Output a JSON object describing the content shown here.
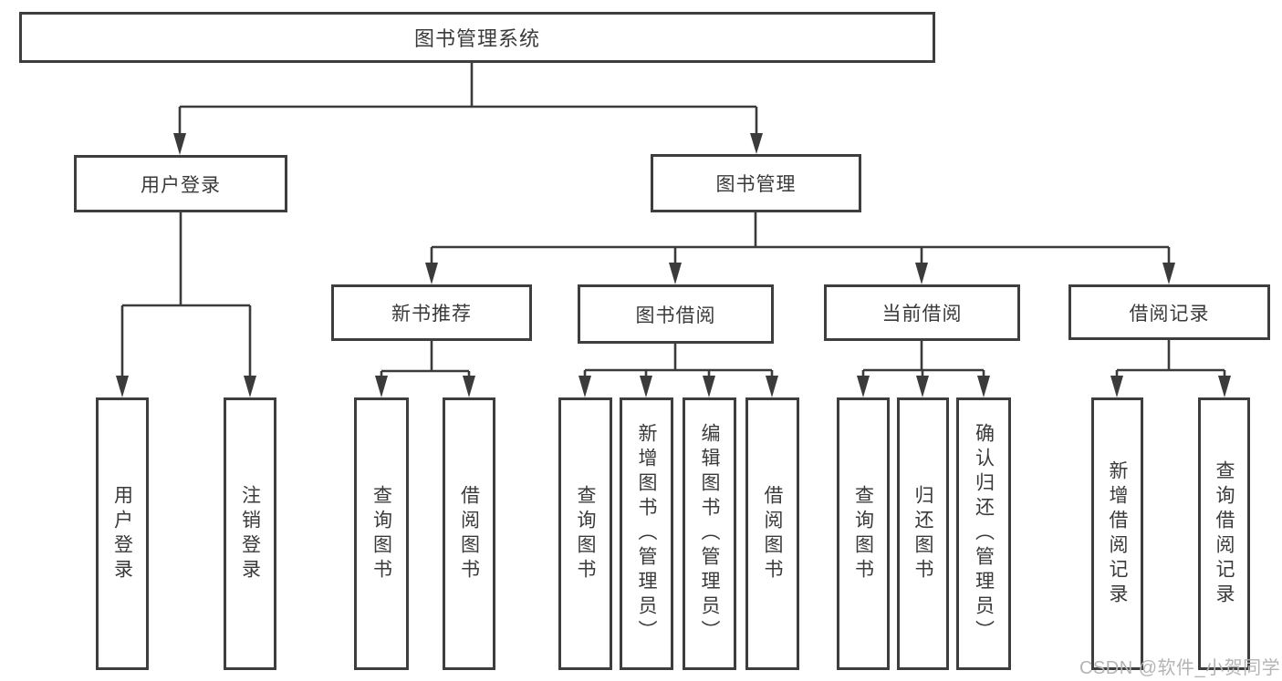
{
  "diagram": {
    "title": "图书管理系统",
    "type": "hierarchy-tree",
    "colors": {
      "line": "#3b3b3b",
      "box_border": "#3e3e3e",
      "box_fill": "#ffffff",
      "text": "#3a3a3a",
      "watermark_text": "#b4b4b4",
      "background": "#ffffff"
    },
    "nodes": {
      "root": "图书管理系统",
      "user_login": "用户登录",
      "book_mgmt": "图书管理",
      "new_book_rec": "新书推荐",
      "book_borrow": "图书借阅",
      "current_borrow": "当前借阅",
      "borrow_records": "借阅记录",
      "leaf_user_login": "用户登录",
      "leaf_logout": "注销登录",
      "leaf_query_book_rec": "查询图书",
      "leaf_borrow_book_rec": "借阅图书",
      "leaf_query_book_borrow": "查询图书",
      "leaf_add_book": "新增图书（管理员）",
      "leaf_edit_book": "编辑图书（管理员）",
      "leaf_borrow_book_borrow": "借阅图书",
      "leaf_query_book_current": "查询图书",
      "leaf_return_book": "归还图书",
      "leaf_confirm_return": "确认归还（管理员）",
      "leaf_add_record": "新增借阅记录",
      "leaf_query_record": "查询借阅记录"
    },
    "edges": [
      {
        "from": "图书管理系统",
        "to": [
          "用户登录",
          "图书管理"
        ]
      },
      {
        "from": "用户登录",
        "to": [
          "用户登录",
          "注销登录"
        ]
      },
      {
        "from": "图书管理",
        "to": [
          "新书推荐",
          "图书借阅",
          "当前借阅",
          "借阅记录"
        ]
      },
      {
        "from": "新书推荐",
        "to": [
          "查询图书",
          "借阅图书"
        ]
      },
      {
        "from": "图书借阅",
        "to": [
          "查询图书",
          "新增图书（管理员）",
          "编辑图书（管理员）",
          "借阅图书"
        ]
      },
      {
        "from": "当前借阅",
        "to": [
          "查询图书",
          "归还图书",
          "确认归还（管理员）"
        ]
      },
      {
        "from": "借阅记录",
        "to": [
          "新增借阅记录",
          "查询借阅记录"
        ]
      }
    ],
    "watermark": "CSDN @软件_小贺同学"
  }
}
